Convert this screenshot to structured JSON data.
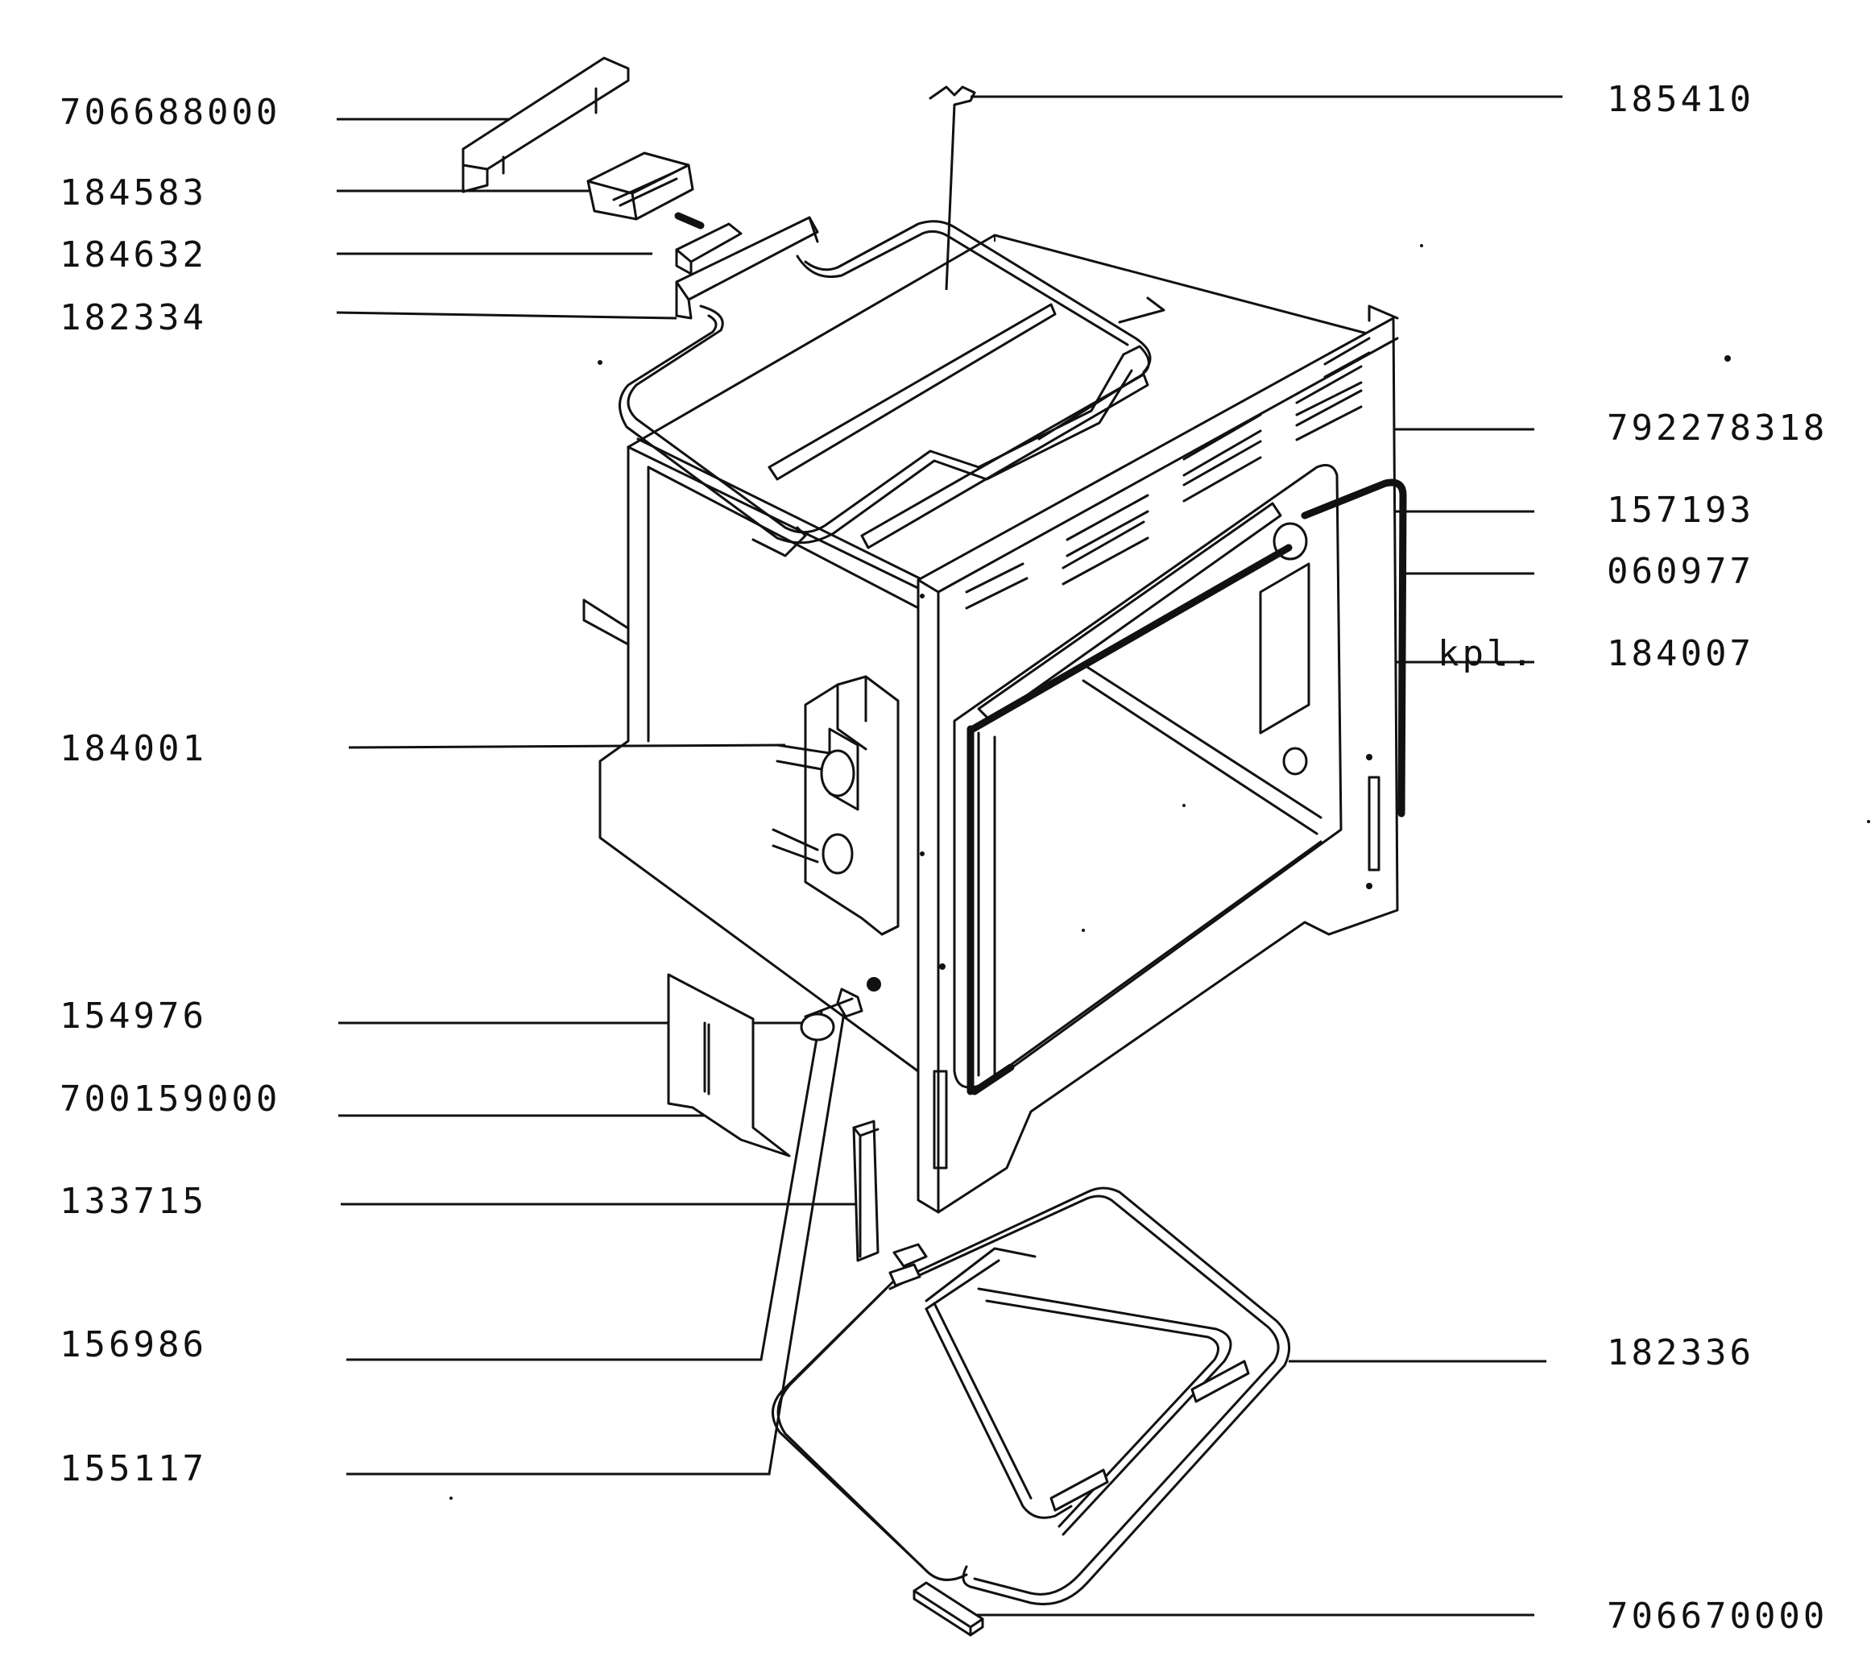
{
  "diagram": {
    "labels_left": [
      "706688000",
      "184583",
      "184632",
      "182334",
      "184001",
      "154976",
      "700159000",
      "133715",
      "156986",
      "155117"
    ],
    "labels_right": [
      "185410",
      "792278318",
      "157193",
      "060977",
      "184007",
      "182336",
      "706670000"
    ],
    "annotation_kpl": "kpl."
  }
}
